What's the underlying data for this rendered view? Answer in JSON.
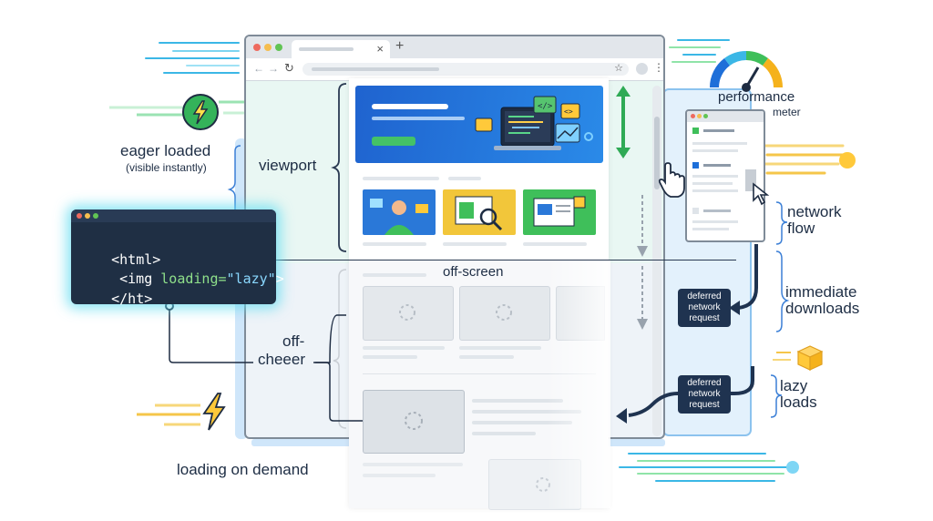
{
  "labels": {
    "eager_loaded": "eager loaded",
    "visible_instantly": "(visible instantly)",
    "viewport": "viewport",
    "off_screen": "off-screen",
    "off_cheeer_line1": "off-",
    "off_cheeer_line2": "cheeer",
    "loading_on_demand": "loading on demand",
    "performance": "performance",
    "meter": "meter",
    "network": "network",
    "flow": "flow",
    "immediate": "immediate",
    "downloads": "downloads",
    "lazy": "lazy",
    "loads": "loads"
  },
  "pills": [
    {
      "line1": "deferred",
      "line2": "network",
      "line3": "request"
    },
    {
      "line1": "deferred",
      "line2": "network",
      "line3": "request"
    }
  ],
  "code": {
    "line1_tag": "<html>",
    "line2_open": "<img ",
    "line2_attr": "loading=",
    "line2_val": "\"lazy\"",
    "line2_close": ">",
    "line3_tag": "</ht>"
  },
  "browser": {
    "new_tab_symbol": "+",
    "close_symbol": "×"
  },
  "colors": {
    "navy": "#1f3350",
    "accent_blue": "#1e6fd9",
    "accent_green": "#3fbf5a",
    "cyan_glow": "#64dcf0",
    "amber": "#f5b21c"
  },
  "icons": [
    "bolt-icon",
    "bolt-icon",
    "gauge-icon",
    "cursor-hand-icon",
    "box-icon",
    "spinner-icon"
  ]
}
